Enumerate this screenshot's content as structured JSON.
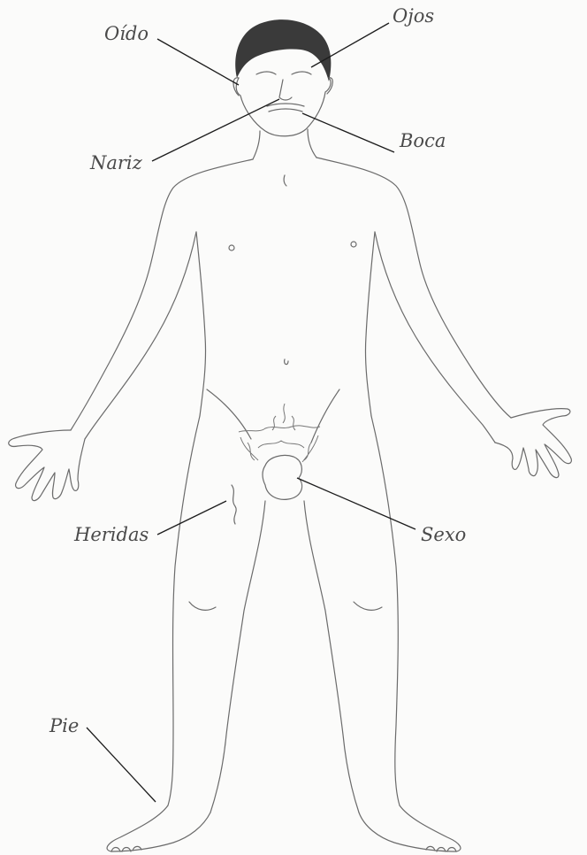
{
  "labels": {
    "oido": "Oído",
    "ojos": "Ojos",
    "nariz": "Nariz",
    "boca": "Boca",
    "heridas": "Heridas",
    "sexo": "Sexo",
    "pie": "Pie"
  },
  "colors": {
    "label_text": "#4a4a4a",
    "leader_line": "#1c1c1c",
    "drawing_line": "#6b6b6b",
    "background": "#fbfbfa"
  }
}
